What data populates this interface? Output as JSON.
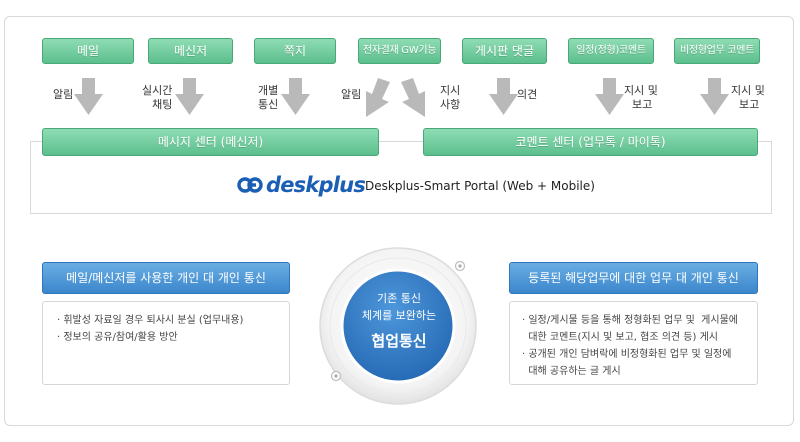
{
  "sources": [
    {
      "label": "메일",
      "tag": "알림"
    },
    {
      "label": "메신저",
      "tag": [
        "실시간",
        "채팅"
      ]
    },
    {
      "label": "쪽지",
      "tag": [
        "개별",
        "통신"
      ]
    },
    {
      "label": "전자결재 GW기능",
      "tag_left": "알림",
      "tag_right": [
        "지시",
        "사항"
      ]
    },
    {
      "label": "게시판 댓글",
      "tag": "의견"
    },
    {
      "label": "일정(정형)코멘트",
      "tag": [
        "지시 및",
        "보고"
      ]
    },
    {
      "label": "비정형업무 코멘트",
      "tag": [
        "지시 및",
        "보고"
      ]
    }
  ],
  "centers": {
    "message": "메시지 센터 (메신저)",
    "comment": "코멘트 센터 (업무톡 / 마이톡)"
  },
  "portal": {
    "logo_text": "deskplus",
    "title": "Deskplus-Smart Portal (Web + Mobile)"
  },
  "left_panel": {
    "header": "메일/메신저를 사용한 개인 대 개인 통신",
    "bullets": [
      "· 휘발성 자료일 경우 퇴사시 분실 (업무내용)",
      "· 정보의 공유/참여/활용 방안"
    ]
  },
  "right_panel": {
    "header": "등록된 해당업무에 대한 업무 대 개인 통신",
    "bullets": [
      "· 일정/게시물 등을 통해 정형화된 업무 및  게시물에",
      "  대한 코멘트(지시 및 보고, 협조 의견 등) 게시",
      "· 공개된 개인 담벼락에 비정형화된 업무 및 일정에",
      "  대해 공유하는 글 게시"
    ]
  },
  "center_circle": {
    "line1": "기존 통신",
    "line2": "체계를 보완하는",
    "line3": "협업통신"
  },
  "colors": {
    "green": "#5cbf8d",
    "blue": "#3b86cc",
    "logo_blue": "#1a5fb4",
    "arrow_gray": "#b5b5b5"
  }
}
